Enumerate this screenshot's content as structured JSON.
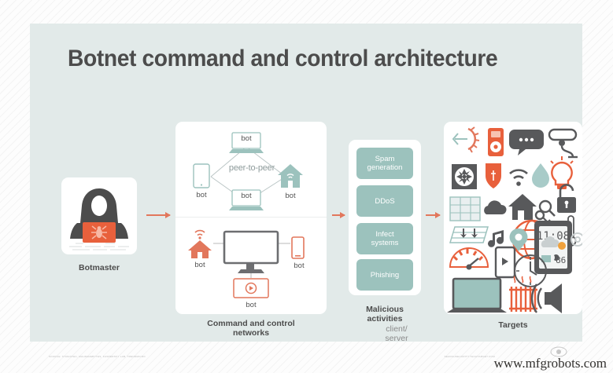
{
  "title": "Botnet command and control architecture",
  "colors": {
    "card_bg": "#e2eae9",
    "panel_bg": "#ffffff",
    "teal": "#9cc2bd",
    "orange": "#e2775c",
    "dark_gray": "#4c4c4c",
    "mid_gray": "#6d6e71"
  },
  "botmaster": {
    "caption": "Botmaster",
    "icon": "hooded-hacker-with-laptop-icon",
    "laptop_icon": "spider-icon"
  },
  "c2": {
    "caption": "Command and control\nnetworks",
    "peer_to_peer": {
      "label": "peer-to-peer",
      "nodes": [
        {
          "label": "bot",
          "icon": "laptop-icon",
          "position": "top"
        },
        {
          "label": "bot",
          "icon": "tablet-icon",
          "position": "left"
        },
        {
          "label": "bot",
          "icon": "house-wifi-icon",
          "position": "right"
        },
        {
          "label": "bot",
          "icon": "laptop-icon",
          "position": "bottom"
        }
      ]
    },
    "client_server": {
      "label": "client/\nserver",
      "nodes": [
        {
          "label": "bot",
          "icon": "house-wifi-icon",
          "position": "left"
        },
        {
          "label": "bot",
          "icon": "smartphone-icon",
          "position": "right"
        },
        {
          "label": "bot",
          "icon": "media-player-icon",
          "position": "bottom"
        }
      ]
    }
  },
  "malicious": {
    "caption": "Malicious\nactivities",
    "activities": [
      {
        "label": "Spam\ngeneration"
      },
      {
        "label": "DDoS"
      },
      {
        "label": "Infect\nsystems"
      },
      {
        "label": "Phishing"
      }
    ]
  },
  "targets": {
    "caption": "Targets",
    "icons": [
      "motion-sensor-icon",
      "mp3-player-icon",
      "chat-bubble-icon",
      "security-camera-icon",
      "fan-icon",
      "shield-icon",
      "wifi-icon",
      "water-drop-icon",
      "light-bulb-icon",
      "padlock-open-icon",
      "solar-panel-icon",
      "cloud-icon",
      "house-icon",
      "magnifier-icon",
      "key-icon",
      "globe-icon",
      "thermometer-icon",
      "blinds-icon",
      "music-note-icon",
      "location-pin-icon",
      "weather-station-icon",
      "dial-icon",
      "gauge-icon",
      "smartphone-play-icon",
      "clock-icon",
      "laptop-icon",
      "radiator-icon",
      "speaker-icon"
    ],
    "weather_station": {
      "time": "11:08",
      "temperature": "86°"
    }
  },
  "footer": {
    "left_credit": "SOURCE: SYMANTEC, MALWAREBYTES, KASPERSKY LAB, TRENDMICRO",
    "right_credit": "SEARCHSECURITY.TECHTARGET.COM",
    "watermark": "www.mfgrobots.com"
  }
}
